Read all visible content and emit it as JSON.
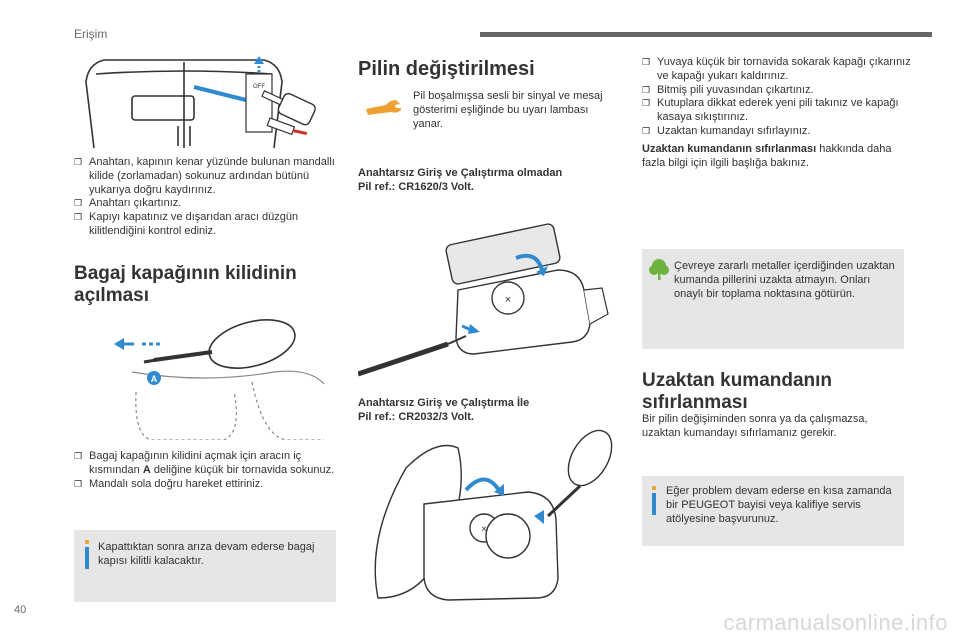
{
  "header": {
    "section": "Erişim"
  },
  "page_number": "40",
  "watermark": "carmanualsonline.info",
  "col1": {
    "bullets1": [
      "Anahtarı, kapının kenar yüzünde bulunan mandallı kilide (zorlamadan) sokunuz ardından bütünü yukarıya doğru kaydırınız.",
      "Anahtarı çıkartınız.",
      "Kapıyı kapatınız ve dışarıdan aracı düzgün kilitlendiğini kontrol ediniz."
    ],
    "heading_line1": "Bagaj kapağının kilidinin",
    "heading_line2": "açılması",
    "callout_letter": "A",
    "bullets2": [
      {
        "pre": "Bagaj kapağının kilidini açmak için aracın iç kısmından ",
        "bold": "A",
        "post": " deliğine küçük bir tornavida sokunuz."
      },
      {
        "pre": "Mandalı sola doğru hareket ettiriniz.",
        "bold": "",
        "post": ""
      }
    ],
    "info": "Kapattıktan sonra arıza devam ederse bagaj kapısı kilitli kalacaktır."
  },
  "col2": {
    "heading": "Pilin değiştirilmesi",
    "warning_text": "Pil boşalmışsa sesli bir sinyal ve mesaj gösterimi eşliğinde bu uyarı lambası yanar.",
    "label1_line1": "Anahtarsız Giriş ve Çalıştırma olmadan",
    "label1_line2": "Pil ref.: CR1620/3 Volt.",
    "label2_line1": "Anahtarsız Giriş ve Çalıştırma İle",
    "label2_line2": "Pil ref.: CR2032/3 Volt."
  },
  "col3": {
    "bullets": [
      "Yuvaya küçük bir tornavida sokarak kapağı çıkarınız ve kapağı yukarı kaldırınız.",
      "Bitmiş pili yuvasından çıkartınız.",
      "Kutuplara dikkat ederek yeni pili takınız ve kapağı kasaya sıkıştırınız.",
      "Uzaktan kumandayı sıfırlayınız."
    ],
    "ref_bold": "Uzaktan kumandanın sıfırlanması",
    "ref_rest": " hakkında daha fazla bilgi için ilgili başlığa bakınız.",
    "eco_text": "Çevreye zararlı metaller içerdiğinden uzaktan kumanda pillerini uzakta atmayın. Onları onaylı bir toplama noktasına götürün.",
    "heading_line1": "Uzaktan kumandanın",
    "heading_line2": "sıfırlanması",
    "body": "Bir pilin değişiminden sonra ya da çalışmazsa, uzaktan kumandayı sıfırlamanız gerekir.",
    "info": "Eğer problem devam ederse en kısa zamanda bir PEUGEOT bayisi veya kalifiye servis atölyesine başvurunuz."
  },
  "colors": {
    "info_bg": "#e6e6e6",
    "accent_blue": "#2f8ad0",
    "accent_red": "#d4302b",
    "eco_green": "#6cb33f",
    "warning_orange": "#f0a030",
    "header_gray": "#666666"
  }
}
